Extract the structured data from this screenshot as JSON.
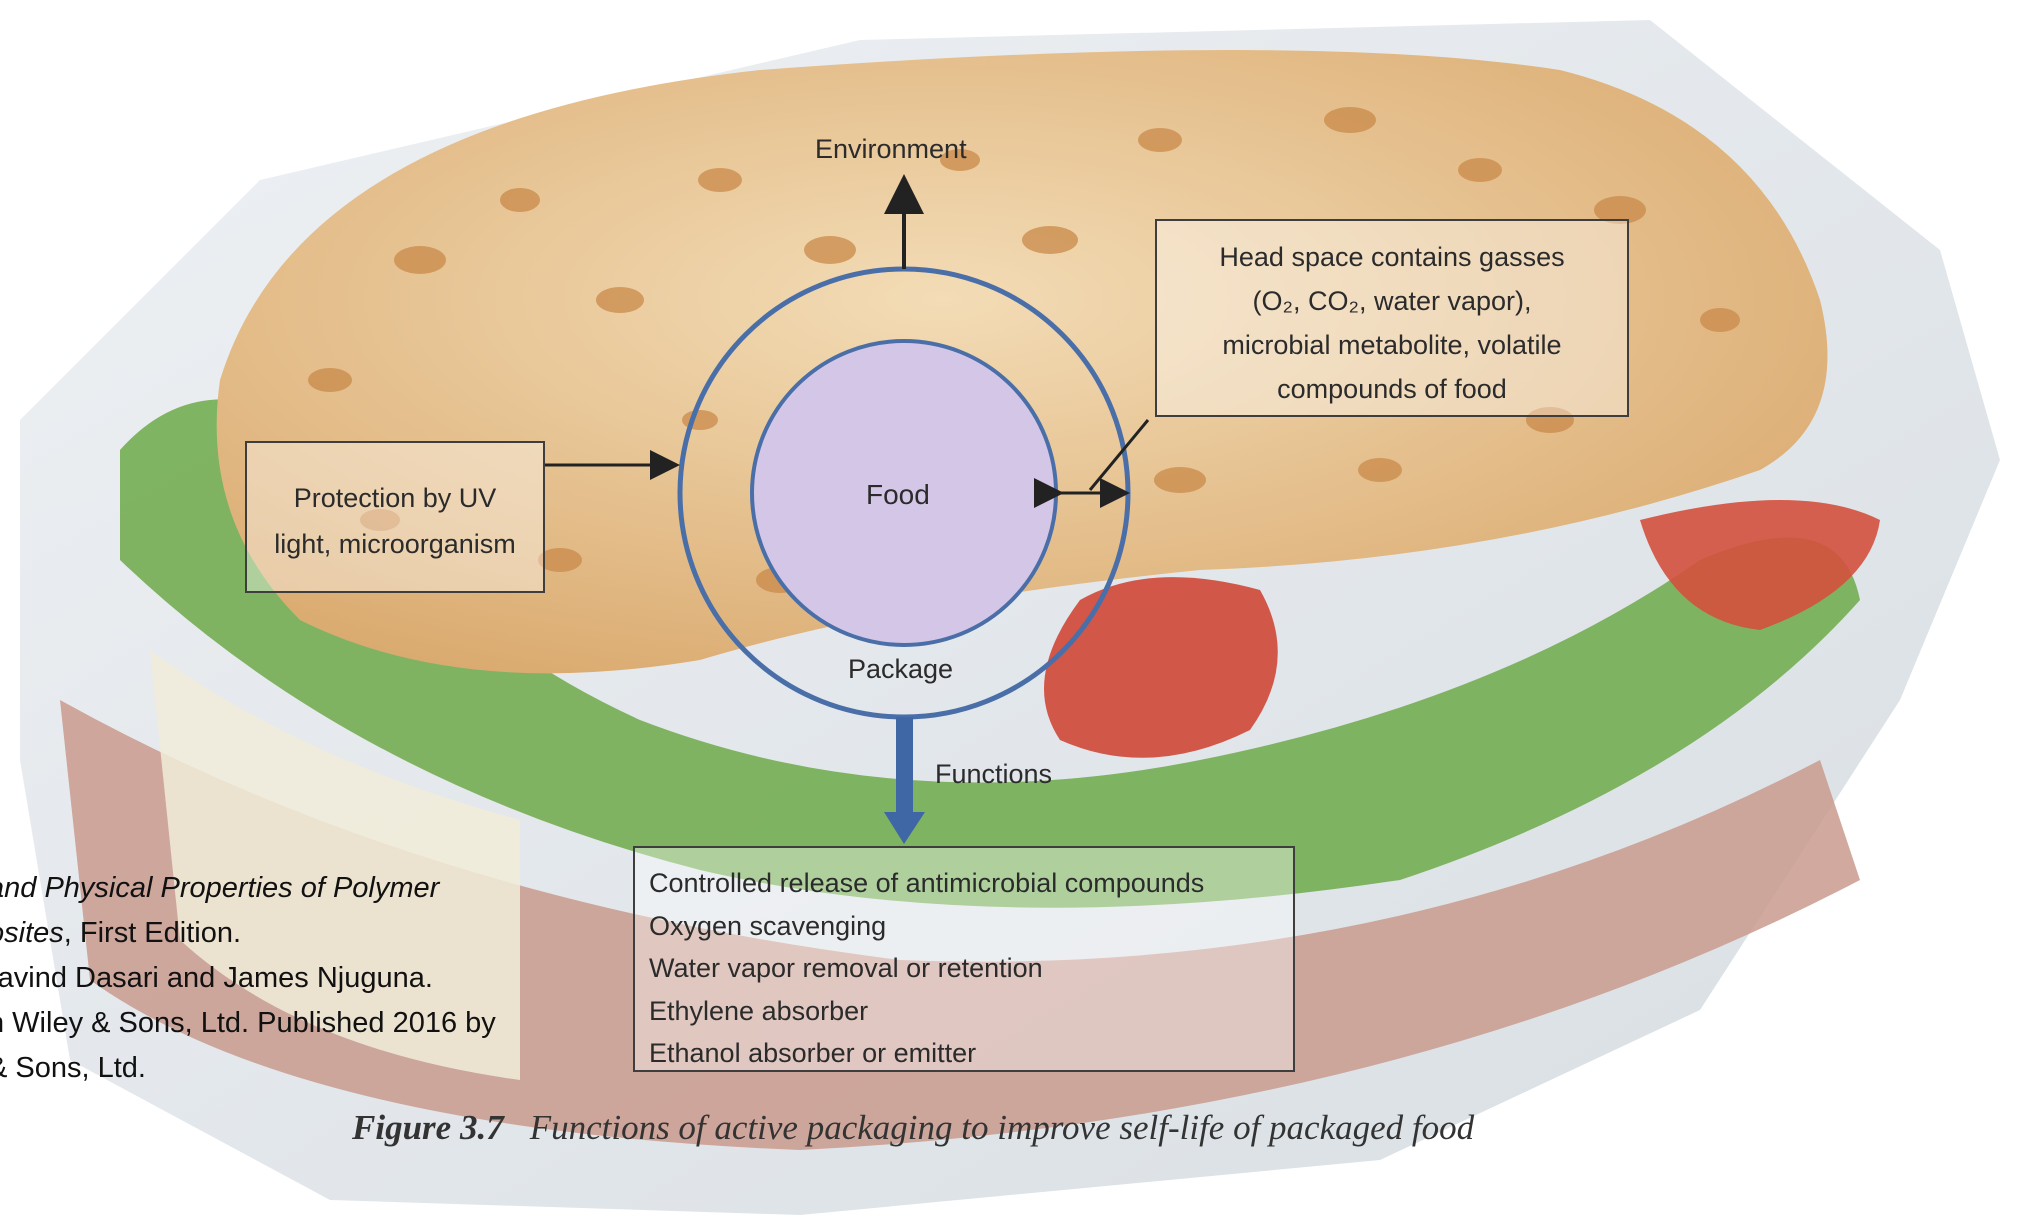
{
  "diagram": {
    "center_label": "Food",
    "ring_label": "Package",
    "top_label": "Environment",
    "down_label": "Functions",
    "headspace_lines": [
      "Head space contains gasses",
      "(O₂, CO₂, water vapor),",
      "microbial metabolite, volatile",
      "compounds of food"
    ],
    "protection_lines": [
      "Protection by UV",
      "light, microorganism"
    ],
    "functions": [
      "Controlled release of antimicrobial compounds",
      "Oxygen scavenging",
      "Water vapor removal or retention",
      "Ethylene absorber",
      "Ethanol absorber or emitter"
    ]
  },
  "caption": {
    "number": "Figure 3.7",
    "text": "Functions of active packaging to improve self-life of packaged food"
  },
  "citation": {
    "line1": "and Physical Properties of Polymer",
    "line2_italic": "osites",
    "line2_rest": ", First Edition.",
    "line3": "ravind Dasari and James Njuguna.",
    "line4": "n Wiley & Sons, Ltd. Published 2016 by",
    "line5": "& Sons, Ltd."
  },
  "colors": {
    "food_fill": "#d4c6e6",
    "ring_stroke": "#4a6fa8",
    "arrow_blue": "#3f67a6",
    "bread": "#e9c79a",
    "lettuce": "#6aa84f",
    "tomato": "#d0473a"
  }
}
